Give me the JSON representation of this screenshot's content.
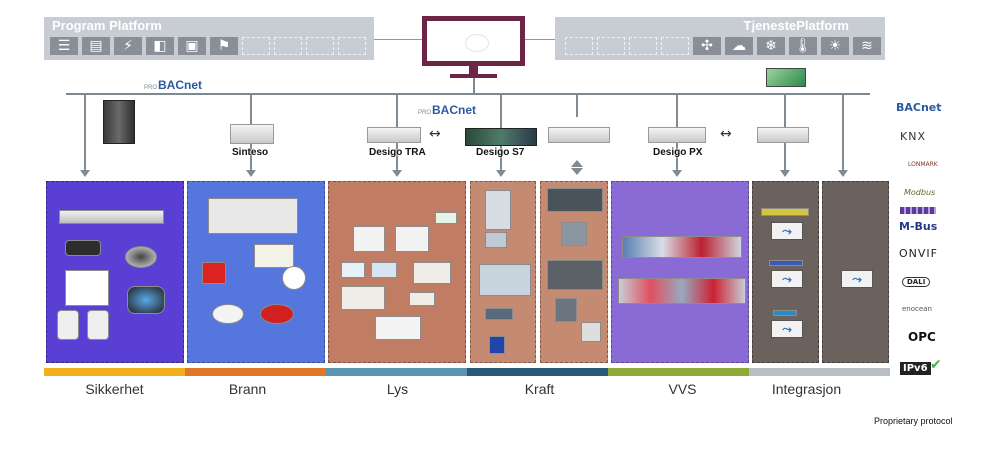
{
  "program_platform": {
    "title": "Program Platform",
    "icons": [
      "document-list-icon",
      "server-icon",
      "lightning-icon",
      "cctv-camera-icon",
      "access-card-icon",
      "fire-exit-icon",
      "",
      "",
      "",
      ""
    ]
  },
  "tjeneste_platform": {
    "title": "TjenestePlatform",
    "icons": [
      "",
      "",
      "",
      "",
      "fan-icon",
      "cloud-icon",
      "snowflake-icon",
      "thermometer-icon",
      "sun-icon",
      "heat-wave-icon"
    ]
  },
  "network": {
    "bacnet_top": "BACnet",
    "bacnet_mid": "BACnet",
    "bacnet_prefix": "PRO"
  },
  "controllers": [
    {
      "label": "Sinteso"
    },
    {
      "label": "Desigo TRA"
    },
    {
      "label": "Desigo S7"
    },
    {
      "label": "Desigo PX"
    }
  ],
  "categories": [
    {
      "label": "Sikkerhet",
      "color": "#f2b01e"
    },
    {
      "label": "Brann",
      "color": "#e0762a"
    },
    {
      "label": "Lys",
      "color": "#5b93b0"
    },
    {
      "label": "Kraft",
      "color": "#26597a"
    },
    {
      "label": "VVS",
      "color": "#8eaa38"
    },
    {
      "label": "Integrasjon",
      "color": "#b9bec4"
    }
  ],
  "protocols": [
    {
      "label": "BACnet",
      "icon": "bacnet-logo"
    },
    {
      "label": "KNX",
      "icon": "knx-logo"
    },
    {
      "label": "LONMARK",
      "icon": "lonmark-logo"
    },
    {
      "label": "Modbus",
      "icon": "modbus-logo"
    },
    {
      "label": "M-Bus",
      "icon": "mbus-logo"
    },
    {
      "label": "ONVIF",
      "icon": "onvif-logo"
    },
    {
      "label": "DALI",
      "icon": "dali-logo"
    },
    {
      "label": "enocean",
      "icon": "enocean-logo"
    },
    {
      "label": "OPC",
      "icon": "opc-logo"
    },
    {
      "label": "IPv6",
      "icon": "ipv6-logo"
    }
  ],
  "footnote": "Proprietary protocol",
  "colors": {
    "sikkerhet_panel": "#5a3fd4",
    "brann_panel": "#5577dd",
    "lys_panel": "#c17d64",
    "kraft_panel": "#c58a72",
    "vvs_panel": "#8a6bd6",
    "integrasjon_panel": "#6b625e",
    "monitor": "#6e2446",
    "platform": "#c7cdd3"
  }
}
